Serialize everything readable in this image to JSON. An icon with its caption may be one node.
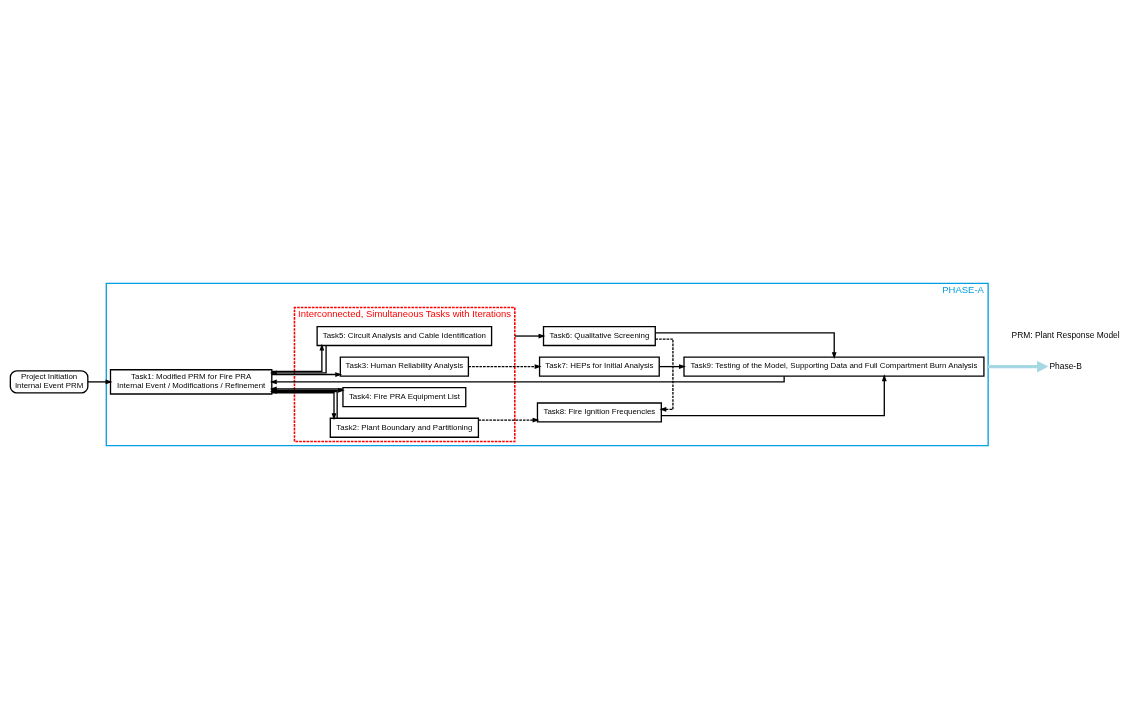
{
  "diagram": {
    "nodes": [
      {
        "text": [
          "Project Initiation",
          "Internal Event PRM"
        ]
      },
      {
        "text": [
          "PHASE-A"
        ]
      },
      {
        "text": [
          "Task1: Modified PRM for Fire PRA",
          "Internal Event / Modifications / Refinement"
        ],
        "in": 1
      },
      {
        "text": [
          "Interconnected, Simultaneous Tasks with Iterations"
        ],
        "in": 1
      },
      {
        "text": [
          "Task2: Plant Boundary and Partitioning"
        ],
        "in": 3
      },
      {
        "text": [
          "Task3: Human Reliability Analysis"
        ],
        "in": 3
      },
      {
        "text": [
          "Task4: Fire PRA Equipment List"
        ],
        "in": 3
      },
      {
        "text": [
          "Task5: Circuit Analysis and Cable Identification"
        ],
        "in": 3
      },
      {
        "text": [
          "Task8: Fire Ignition Frequencies"
        ],
        "in": 1
      },
      {
        "text": [
          "Task6: Qualitative Screening"
        ],
        "in": 1
      },
      {
        "text": [
          "Task7: HEPs for Initial Analysis"
        ],
        "in": 1
      },
      {
        "text": [
          "Task9: Testing of the Model, Supporting Data and Full Compartment Burn Analysis"
        ],
        "in": 1
      },
      {
        "text": [
          "Phase-B"
        ]
      }
    ],
    "edges": [
      {
        "from": 0,
        "to": 2,
        "arrow": "to"
      },
      {
        "from": 2,
        "to": 4,
        "arrow": "to"
      },
      {
        "from": 2,
        "to": 5,
        "arrow": "to"
      },
      {
        "from": 2,
        "to": 6,
        "arrow": "to"
      },
      {
        "from": 2,
        "to": 7,
        "arrow": "to"
      },
      {
        "from": 4,
        "to": 2,
        "arrow": "to"
      },
      {
        "from": 6,
        "to": 2,
        "arrow": "to"
      },
      {
        "from": 7,
        "to": 2,
        "arrow": "to"
      },
      {
        "from": 4,
        "to": 8,
        "arrow": "to",
        "style": "dashed"
      },
      {
        "from": 5,
        "to": 10,
        "arrow": "to",
        "style": "dashed"
      },
      {
        "from": 9,
        "to": 8,
        "arrow": "to",
        "style": "dashed"
      },
      {
        "from": 3,
        "to": 9,
        "arrow": "to"
      },
      {
        "from": 9,
        "to": 11,
        "arrow": "to"
      },
      {
        "from": 10,
        "to": 11,
        "arrow": "to"
      },
      {
        "from": 8,
        "to": 11,
        "arrow": "to"
      },
      {
        "from": 11,
        "to": 2,
        "arrow": "to"
      },
      {
        "from": 1,
        "to": 12,
        "arrow": "to",
        "style": "thick",
        "color": "#a6d8e4"
      }
    ],
    "labels": [
      "PRM: Plant Response Model"
    ]
  }
}
